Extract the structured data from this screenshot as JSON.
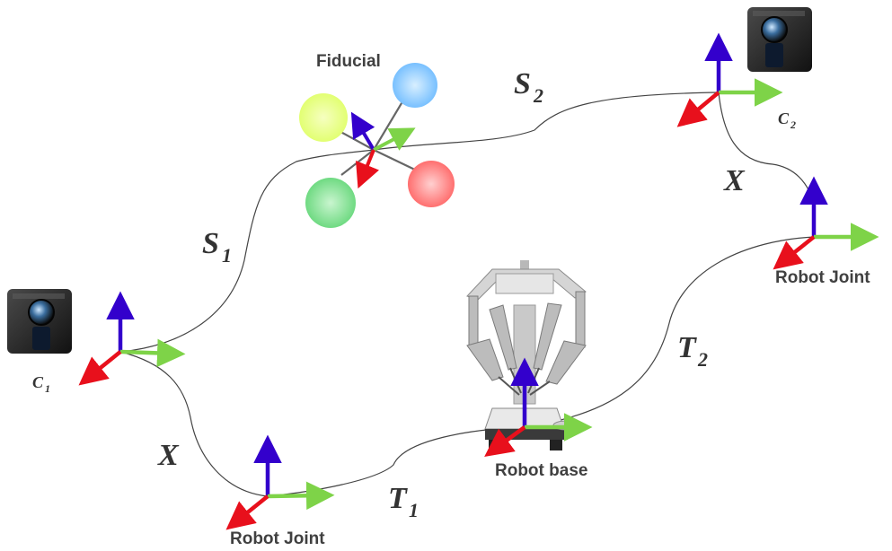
{
  "labels": {
    "fiducial": "Fiducial",
    "robot_joint_right": "Robot Joint",
    "robot_joint_bottom": "Robot Joint",
    "robot_base": "Robot base"
  },
  "transforms": {
    "S1": {
      "main": "S",
      "sub": "1"
    },
    "S2": {
      "main": "S",
      "sub": "2"
    },
    "T1": {
      "main": "T",
      "sub": "1"
    },
    "T2": {
      "main": "T",
      "sub": "2"
    },
    "X_left": "X",
    "X_right": "X"
  },
  "cameras": {
    "C1": {
      "main": "C",
      "sub": "1"
    },
    "C2": {
      "main": "C",
      "sub": "2"
    }
  },
  "colors": {
    "axis_up": "#3300cc",
    "axis_right": "#7ed348",
    "axis_down": "#e8101c",
    "path": "#444444",
    "fiducial_yellow": "#e8ff80",
    "fiducial_blue": "#7fc4ff",
    "fiducial_green": "#7fe08f",
    "fiducial_red": "#ff7b7b"
  },
  "icons": [
    "camera-icon",
    "robot-icon",
    "coordinate-frame-icon",
    "fiducial-marker-icon"
  ]
}
